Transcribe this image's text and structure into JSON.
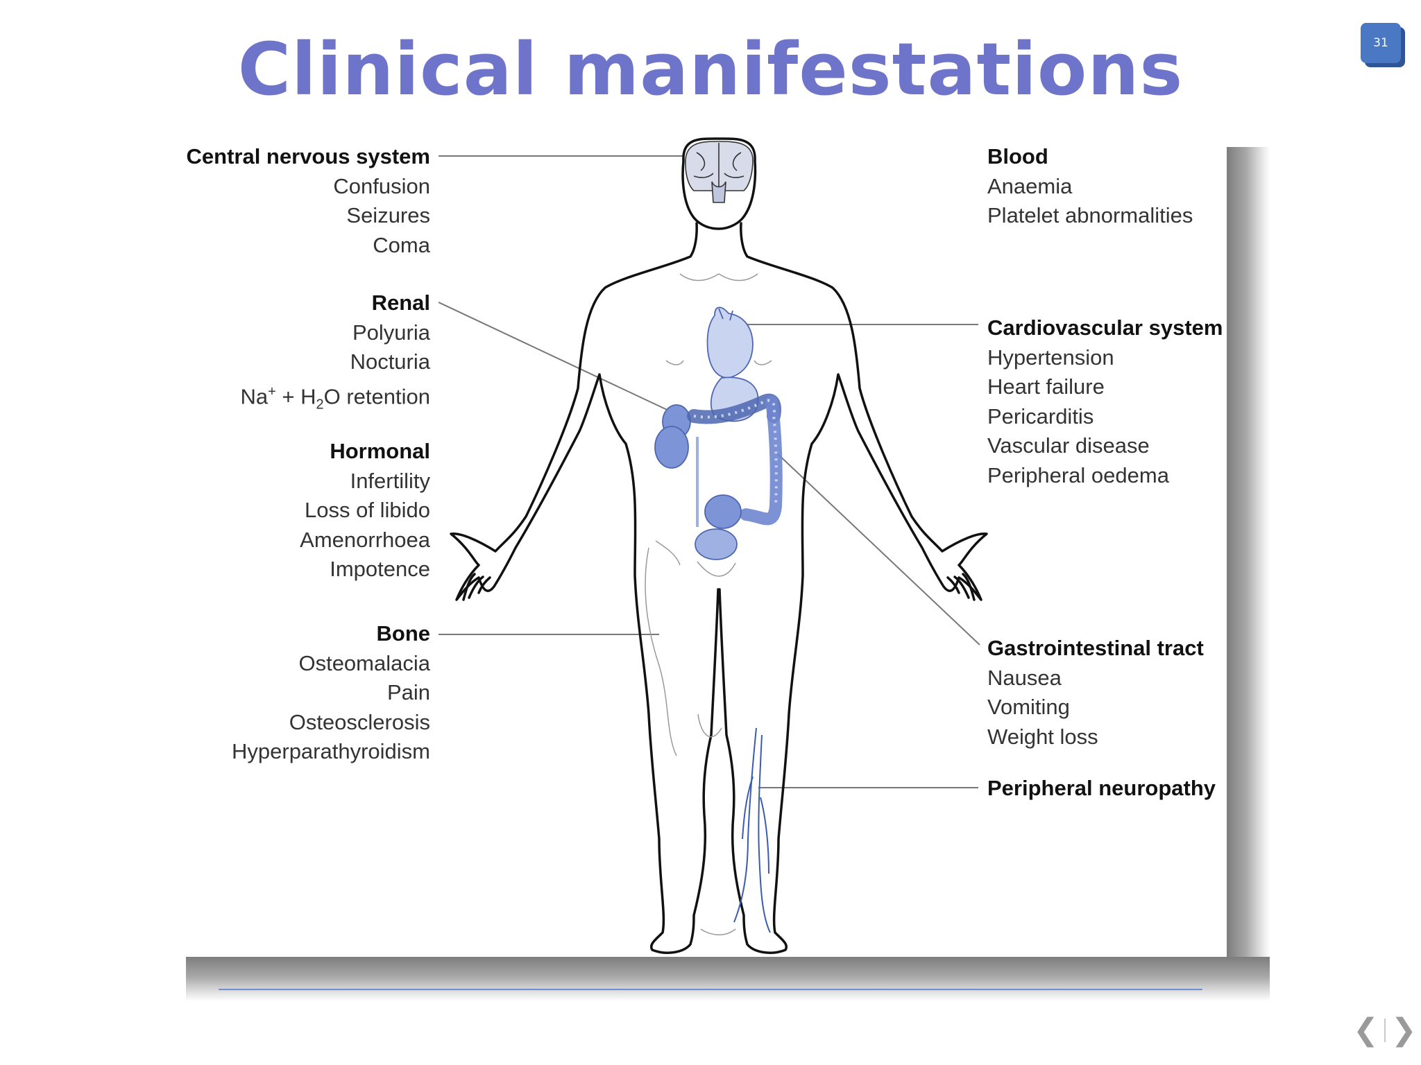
{
  "slide": {
    "title": "Clinical manifestations",
    "page_number": "31"
  },
  "nav": {
    "prev_icon": "chevron-left-icon",
    "next_icon": "chevron-right-icon"
  },
  "labels": {
    "cns": {
      "heading": "Central nervous system",
      "items": [
        "Confusion",
        "Seizures",
        "Coma"
      ]
    },
    "renal": {
      "heading": "Renal",
      "items": [
        "Polyuria",
        "Nocturia"
      ],
      "retention": {
        "na": "Na",
        "plus": "+",
        "mid": " + H",
        "sub": "2",
        "tail": "O retention"
      }
    },
    "hormonal": {
      "heading": "Hormonal",
      "items": [
        "Infertility",
        "Loss of libido",
        "Amenorrhoea",
        "Impotence"
      ]
    },
    "bone": {
      "heading": "Bone",
      "items": [
        "Osteomalacia",
        "Pain",
        "Osteosclerosis",
        "Hyperparathyroidism"
      ]
    },
    "blood": {
      "heading": "Blood",
      "items": [
        "Anaemia",
        "Platelet abnormalities"
      ]
    },
    "cardio": {
      "heading": "Cardiovascular system",
      "items": [
        "Hypertension",
        "Heart failure",
        "Pericarditis",
        "Vascular disease",
        "Peripheral oedema"
      ]
    },
    "gi": {
      "heading": "Gastrointestinal tract",
      "items": [
        "Nausea",
        "Vomiting",
        "Weight loss"
      ]
    },
    "neuro": {
      "heading": "Peripheral neuropathy"
    }
  },
  "colors": {
    "title": "#6E74C9",
    "badge": "#4A78C2",
    "organ_fill": "#9FB1E3",
    "organ_dark": "#6F86CF",
    "organ_light": "#C9D4F0",
    "leader": "#777777",
    "footer_rule": "#6E8ED3"
  }
}
